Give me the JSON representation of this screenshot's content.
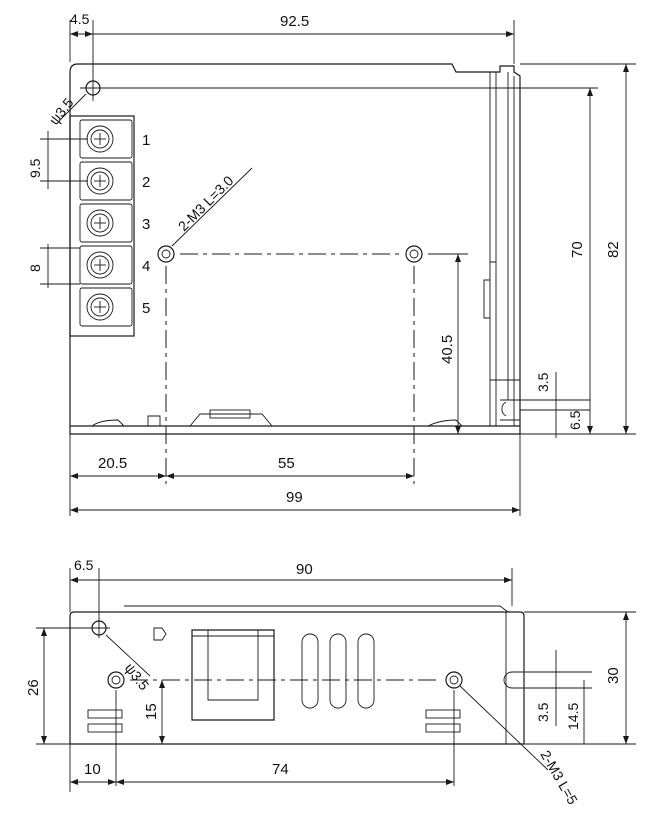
{
  "top_view": {
    "dims": {
      "d4_5": "4.5",
      "d92_5": "92.5",
      "d9_5": "9.5",
      "d8": "8",
      "d70": "70",
      "d82": "82",
      "d40_5": "40.5",
      "d3_5": "3.5",
      "d6_5": "6.5",
      "d20_5": "20.5",
      "d55": "55",
      "d99": "99"
    },
    "hole_label": "ψ3.5",
    "screw_label": "2-M3 L=3.0",
    "terminals": [
      "1",
      "2",
      "3",
      "4",
      "5"
    ]
  },
  "side_view": {
    "dims": {
      "d6_5": "6.5",
      "d90": "90",
      "d26": "26",
      "d15": "15",
      "d30": "30",
      "d3_5": "3.5",
      "d14_5": "14.5",
      "d10": "10",
      "d74": "74"
    },
    "hole_label": "ψ3.5",
    "screw_label": "2-M3 L=5"
  }
}
